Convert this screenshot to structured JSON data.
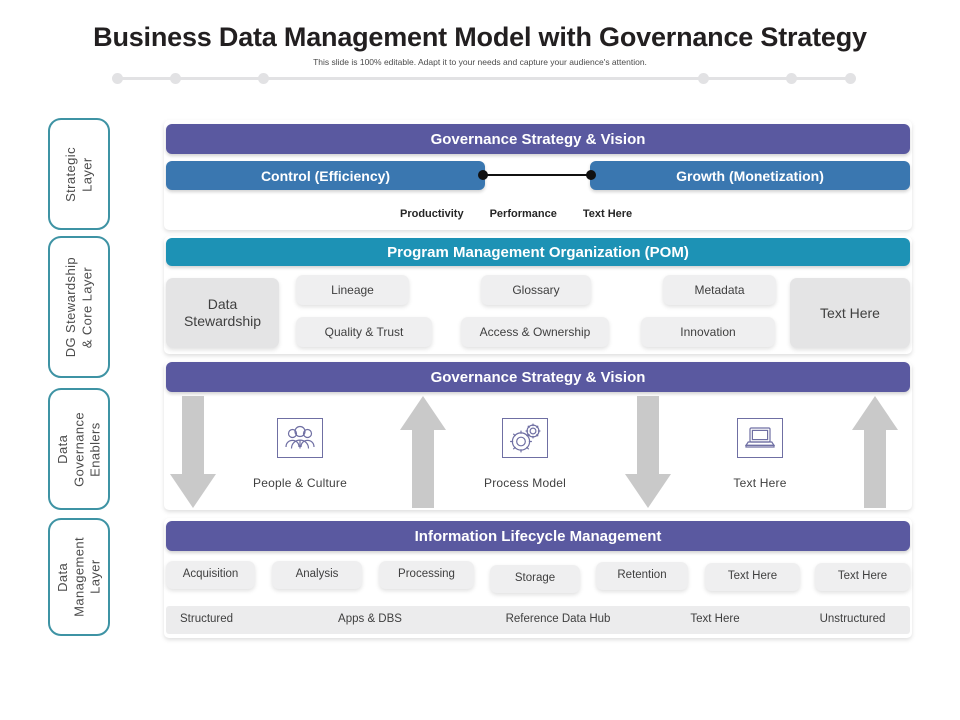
{
  "header": {
    "title": "Business Data Management Model with Governance Strategy",
    "subtitle": "This slide is 100% editable. Adapt it to your needs and capture your audience's attention."
  },
  "colors": {
    "purple": "#5a59a0",
    "blue": "#3a77b0",
    "teal": "#1d92b5",
    "layer_border": "#3e93a4",
    "card_gray": "#efeff0",
    "arrow_gray": "#c9c9c9"
  },
  "layers": [
    {
      "id": "strategic",
      "label": "Strategic\nLayer"
    },
    {
      "id": "dg-stewardship",
      "label": "DG Stewardship\n& Core Layer"
    },
    {
      "id": "enablers",
      "label": "Data\nGovernance\nEnablers"
    },
    {
      "id": "data-management",
      "label": "Data\nManagement\nLayer"
    }
  ],
  "strategic": {
    "headline": "Governance Strategy & Vision",
    "left_pillar": "Control (Efficiency)",
    "right_pillar": "Growth (Monetization)",
    "metrics": [
      "Productivity",
      "Performance",
      "Text Here"
    ]
  },
  "stewardship": {
    "headline": "Program Management Organization (POM)",
    "anchor_left": "Data\nStewardship",
    "anchor_right": "Text Here",
    "cards_top": [
      "Lineage",
      "Glossary",
      "Metadata"
    ],
    "cards_bottom": [
      "Quality & Trust",
      "Access & Ownership",
      "Innovation"
    ]
  },
  "enablers": {
    "headline": "Governance Strategy & Vision",
    "items": [
      {
        "icon": "people-icon",
        "label": "People & Culture"
      },
      {
        "icon": "gears-icon",
        "label": "Process Model"
      },
      {
        "icon": "laptop-icon",
        "label": "Text Here"
      }
    ],
    "arrows": [
      "down",
      "up",
      "down",
      "up"
    ]
  },
  "management": {
    "headline": "Information Lifecycle Management",
    "stages": [
      "Acquisition",
      "Analysis",
      "Processing",
      "Storage",
      "Retention",
      "Text Here",
      "Text Here"
    ],
    "sources": [
      "Structured",
      "Apps & DBS",
      "Reference Data Hub",
      "Text Here",
      "Unstructured"
    ]
  }
}
